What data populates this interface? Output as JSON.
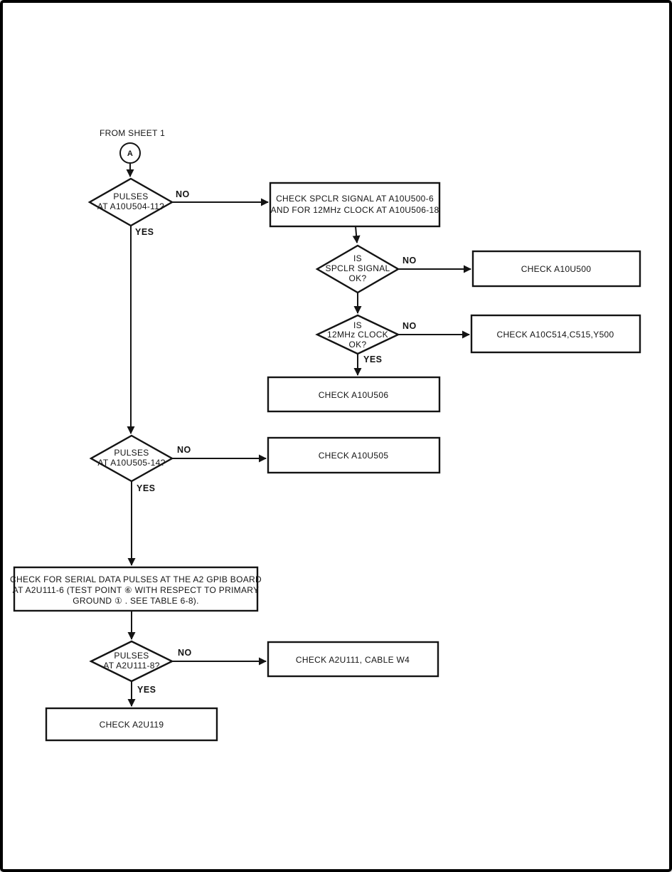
{
  "diagram": {
    "type": "flowchart",
    "source_label": "FROM SHEET 1",
    "connector": "A",
    "edge_labels": {
      "yes": "YES",
      "no": "NO"
    },
    "nodes": {
      "d_pulses_u504": {
        "shape": "decision",
        "lines": [
          "PULSES",
          "AT A10U504-11?"
        ]
      },
      "b_check_spclr_clock": {
        "shape": "process",
        "lines": [
          "CHECK SPCLR SIGNAL AT A10U500-6",
          "AND FOR 12MHz CLOCK AT A10U506-18"
        ]
      },
      "d_spclr_ok": {
        "shape": "decision",
        "lines": [
          "IS",
          "SPCLR SIGNAL",
          "OK?"
        ]
      },
      "b_check_u500": {
        "shape": "process",
        "label": "CHECK A10U500"
      },
      "d_clock_ok": {
        "shape": "decision",
        "lines": [
          "IS",
          "12MHz CLOCK",
          "OK?"
        ]
      },
      "b_check_c514": {
        "shape": "process",
        "label": "CHECK A10C514,C515,Y500"
      },
      "b_check_u506": {
        "shape": "process",
        "label": "CHECK A10U506"
      },
      "d_pulses_u505": {
        "shape": "decision",
        "lines": [
          "PULSES",
          "AT A10U505-14?"
        ]
      },
      "b_check_u505": {
        "shape": "process",
        "label": "CHECK A10U505"
      },
      "b_serial_data": {
        "shape": "process",
        "lines": [
          "CHECK FOR SERIAL DATA PULSES AT THE A2 GPIB BOARD",
          "AT A2U111-6 (TEST POINT ⑥ WITH RESPECT TO PRIMARY",
          "GROUND ① . SEE TABLE 6-8)."
        ]
      },
      "d_pulses_u111": {
        "shape": "decision",
        "lines": [
          "PULSES",
          "AT A2U111-8?"
        ]
      },
      "b_check_u111": {
        "shape": "process",
        "label": "CHECK A2U111, CABLE W4"
      },
      "b_check_u119": {
        "shape": "process",
        "label": "CHECK A2U119"
      }
    },
    "edges": [
      {
        "from": "connector_a",
        "to": "d_pulses_u504",
        "label": ""
      },
      {
        "from": "d_pulses_u504",
        "to": "b_check_spclr_clock",
        "label": "NO"
      },
      {
        "from": "d_pulses_u504",
        "to": "d_pulses_u505",
        "label": "YES"
      },
      {
        "from": "b_check_spclr_clock",
        "to": "d_spclr_ok",
        "label": ""
      },
      {
        "from": "d_spclr_ok",
        "to": "b_check_u500",
        "label": "NO"
      },
      {
        "from": "d_spclr_ok",
        "to": "d_clock_ok",
        "label": ""
      },
      {
        "from": "d_clock_ok",
        "to": "b_check_c514",
        "label": "NO"
      },
      {
        "from": "d_clock_ok",
        "to": "b_check_u506",
        "label": "YES"
      },
      {
        "from": "d_pulses_u505",
        "to": "b_check_u505",
        "label": "NO"
      },
      {
        "from": "d_pulses_u505",
        "to": "b_serial_data",
        "label": "YES"
      },
      {
        "from": "b_serial_data",
        "to": "d_pulses_u111",
        "label": ""
      },
      {
        "from": "d_pulses_u111",
        "to": "b_check_u111",
        "label": "NO"
      },
      {
        "from": "d_pulses_u111",
        "to": "b_check_u119",
        "label": "YES"
      }
    ],
    "colors": {
      "ink": "#141414",
      "paper": "#ffffff"
    }
  }
}
